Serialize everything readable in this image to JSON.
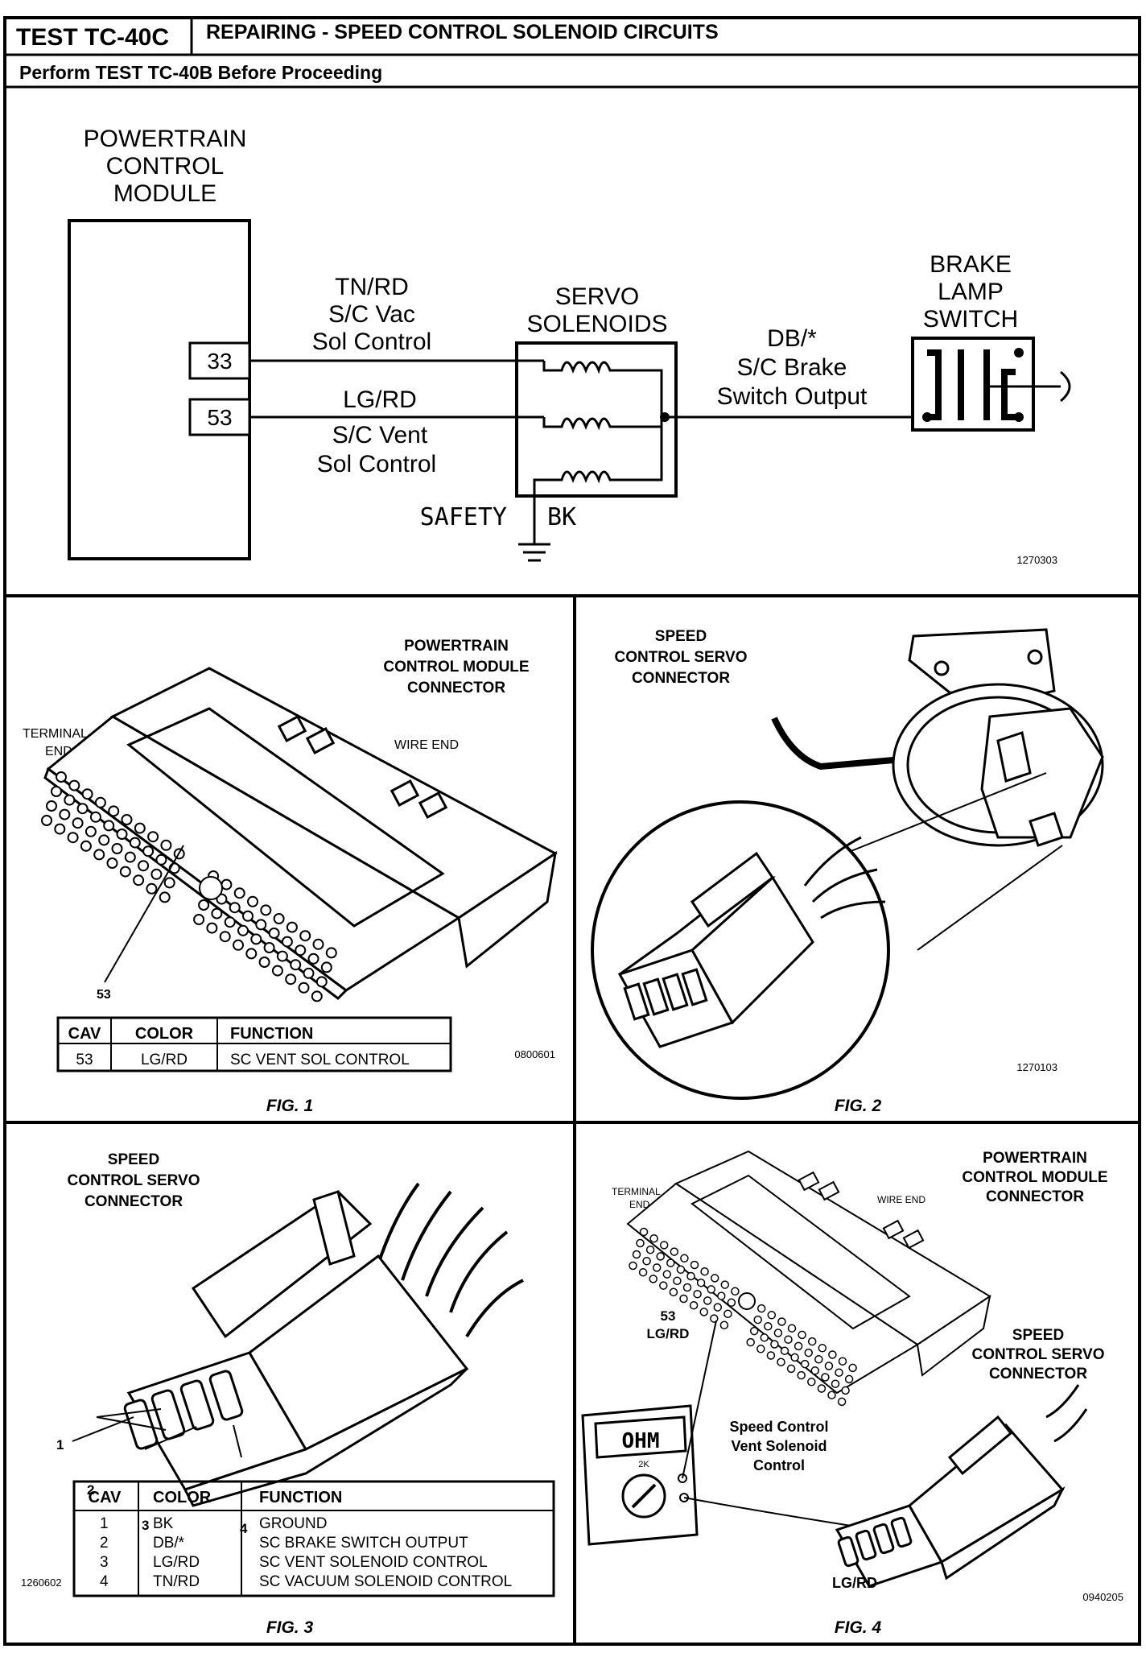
{
  "header": {
    "test_id": "TEST TC-40C",
    "title": "REPAIRING - SPEED CONTROL SOLENOID CIRCUITS",
    "subtitle": "Perform TEST TC-40B Before Proceeding"
  },
  "schematic": {
    "pcm_label": [
      "POWERTRAIN",
      "CONTROL",
      "MODULE"
    ],
    "pin_33": "33",
    "pin_53": "53",
    "wire_top": [
      "TN/RD",
      "S/C Vac",
      "Sol Control"
    ],
    "wire_mid": [
      "LG/RD",
      "S/C Vent",
      "Sol Control"
    ],
    "servo_label": [
      "SERVO",
      "SOLENOIDS"
    ],
    "brake_wire": [
      "DB/*",
      "S/C Brake",
      "Switch Output"
    ],
    "brake_label": [
      "BRAKE",
      "LAMP",
      "SWITCH"
    ],
    "safety": "SAFETY",
    "bk": "BK",
    "ref": "1270303"
  },
  "fig1": {
    "label": [
      "POWERTRAIN",
      "CONTROL MODULE",
      "CONNECTOR"
    ],
    "terminal_end": [
      "TERMINAL",
      "END"
    ],
    "wire_end": "WIRE  END",
    "callout": "53",
    "ref": "0800601",
    "caption": "FIG. 1",
    "table": {
      "headers": [
        "CAV",
        "COLOR",
        "FUNCTION"
      ],
      "rows": [
        [
          "53",
          "LG/RD",
          "SC VENT SOL CONTROL"
        ]
      ]
    }
  },
  "fig2": {
    "label": [
      "SPEED",
      "CONTROL SERVO",
      "CONNECTOR"
    ],
    "ref": "1270103",
    "caption": "FIG. 2"
  },
  "fig3": {
    "label": [
      "SPEED",
      "CONTROL SERVO",
      "CONNECTOR"
    ],
    "callouts": [
      "1",
      "2",
      "3",
      "4"
    ],
    "ref": "1260602",
    "caption": "FIG. 3",
    "table": {
      "headers": [
        "CAV",
        "COLOR",
        "FUNCTION"
      ],
      "rows": [
        [
          "1",
          "BK",
          "GROUND"
        ],
        [
          "2",
          "DB/*",
          "SC BRAKE SWITCH OUTPUT"
        ],
        [
          "3",
          "LG/RD",
          "SC VENT SOLENOID CONTROL"
        ],
        [
          "4",
          "TN/RD",
          "SC VACUUM SOLENOID CONTROL"
        ]
      ]
    }
  },
  "fig4": {
    "pcm_label": [
      "POWERTRAIN",
      "CONTROL MODULE",
      "CONNECTOR"
    ],
    "terminal_end": [
      "TERMINAL",
      "END"
    ],
    "wire_end": "WIRE  END",
    "servo_label": [
      "SPEED",
      "CONTROL SERVO",
      "CONNECTOR"
    ],
    "pin_label": [
      "53",
      "LG/RD"
    ],
    "meter_text": "OHM",
    "meter_range": "2K",
    "test_label": [
      "Speed Control",
      "Vent Solenoid",
      "Control"
    ],
    "bottom_label": "LG/RD",
    "ref": "0940205",
    "caption": "FIG. 4"
  }
}
